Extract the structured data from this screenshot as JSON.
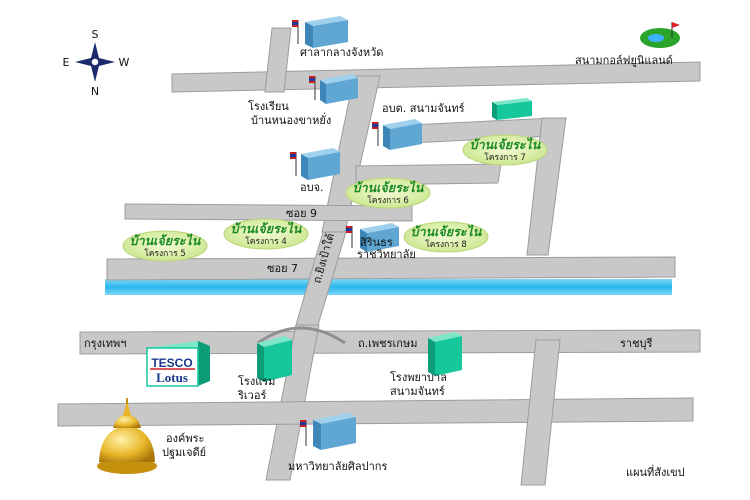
{
  "compass": {
    "n": "N",
    "s": "S",
    "e": "E",
    "w": "W"
  },
  "landmarks": {
    "provincial_hall": "ศาลากลางจังหวัด",
    "golf": "สนามกอล์ฟยูนิแลนด์",
    "school_line1": "โรงเรียน",
    "school_line2": "บ้านหนองขาหยั่ง",
    "obt": "อบต. สนามจันทร์",
    "obj": "อบจ.",
    "sirinthorn_line1": "สิรินธร",
    "sirinthorn_line2": "ราชวิทยาลัย",
    "bangkok": "กรุงเทพฯ",
    "phetkasem": "ถ.เพชรเกษม",
    "ratchaburi": "ราชบุรี",
    "road_name": "ถ.ยิงเป้าใต้",
    "soi9": "ซอย 9",
    "soi7": "ซอย 7",
    "river_hotel_line1": "โรงแรม",
    "river_hotel_line2": "ริเวอร์",
    "hospital_line1": "โรงพยาบาล",
    "hospital_line2": "สนามจันทร์",
    "pagoda_line1": "องค์พระ",
    "pagoda_line2": "ปฐมเจดีย์",
    "university": "มหาวิทยาลัยศิลปากร",
    "tesco_top": "TESCO",
    "tesco_bottom": "Lotus",
    "map_caption": "แผนที่สังเขป"
  },
  "projects": [
    {
      "title": "บ้านเจ้ยระไน",
      "sub": "โครงการ 7"
    },
    {
      "title": "บ้านเจ้ยระไน",
      "sub": "โครงการ 6"
    },
    {
      "title": "บ้านเจ้ยระไน",
      "sub": "โครงการ 4"
    },
    {
      "title": "บ้านเจ้ยระไน",
      "sub": "โครงการ 8"
    },
    {
      "title": "บ้านเจ้ยระไน",
      "sub": "โครงการ 5"
    }
  ],
  "colors": {
    "road": "#c8c8c8",
    "river": "#39c1f0",
    "building": "#5fa7d2",
    "teal_building": "#15c79b",
    "project_oval": "#dff0a8",
    "project_text": "#1c8a22",
    "compass": "#1b2b6e"
  }
}
